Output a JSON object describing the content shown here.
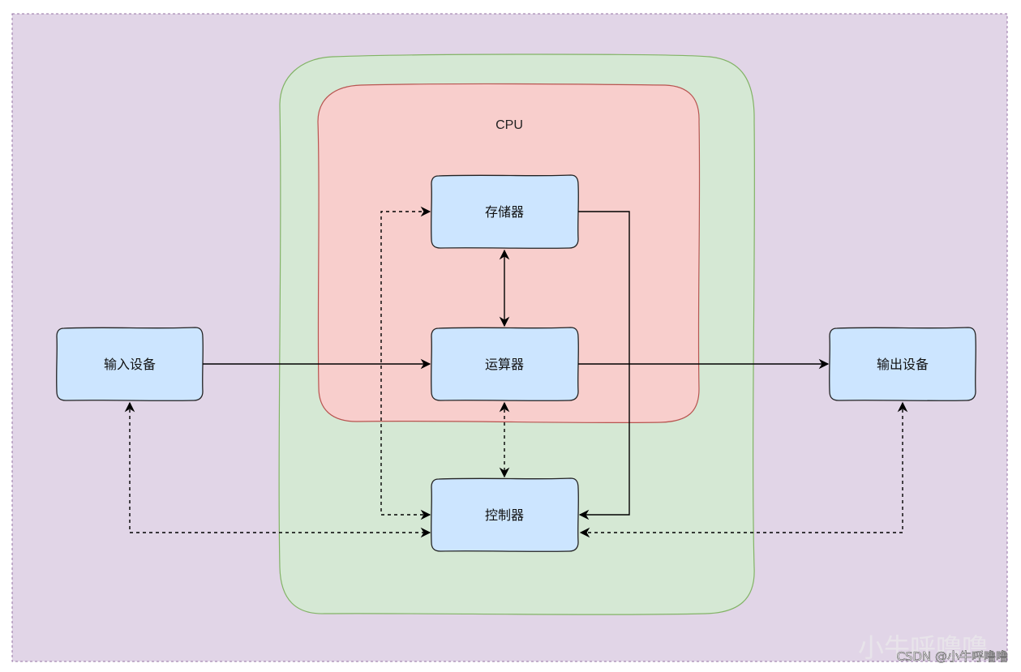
{
  "diagram": {
    "cpu_label": "CPU",
    "nodes": {
      "memory": "存储器",
      "alu": "运算器",
      "control": "控制器",
      "input": "输入设备",
      "output": "输出设备"
    },
    "colors": {
      "outer_bg": "#e1d5e7",
      "outer_border": "#9673a6",
      "green_bg": "#d5e8d4",
      "green_border": "#82b366",
      "red_bg": "#f8cecc",
      "red_border": "#b85450",
      "node_bg": "#cce5ff",
      "node_border": "#222222",
      "edge": "#000000"
    }
  },
  "watermark": {
    "text": "CSDN @小牛呼噜噜",
    "faint_text": "小牛呼噜噜"
  }
}
